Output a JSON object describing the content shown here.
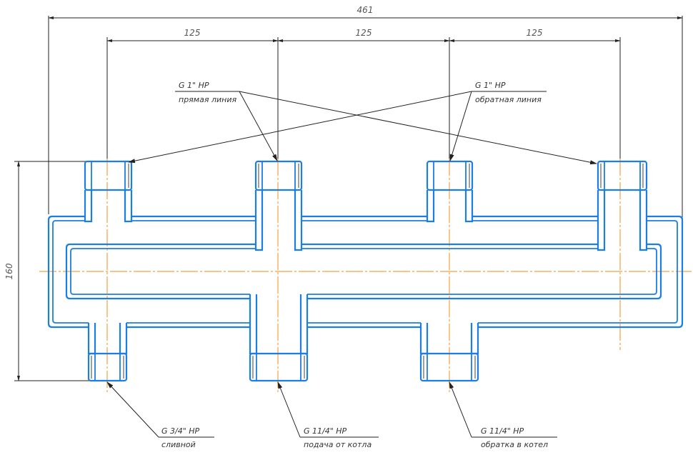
{
  "title": "Hydraulic manifold (collector) drawing",
  "dimensions": {
    "overall_length": "461",
    "spacing_1": "125",
    "spacing_2": "125",
    "spacing_3": "125",
    "height": "160"
  },
  "callouts": {
    "supply_line": {
      "thread": "G 1\" HP",
      "name": "прямая линия"
    },
    "return_line": {
      "thread": "G 1\" HP",
      "name": "обратная линия"
    },
    "drain": {
      "thread": "G 3/4\" HP",
      "name": "сливной"
    },
    "boiler_supply": {
      "thread": "G 11/4\" HP",
      "name": "подача от котла"
    },
    "boiler_return": {
      "thread": "G 11/4\" HP",
      "name": "обратка в котел"
    }
  },
  "colors": {
    "outline": "#1a7de8",
    "centerline": "#f5a040",
    "dimension": "#222222"
  }
}
